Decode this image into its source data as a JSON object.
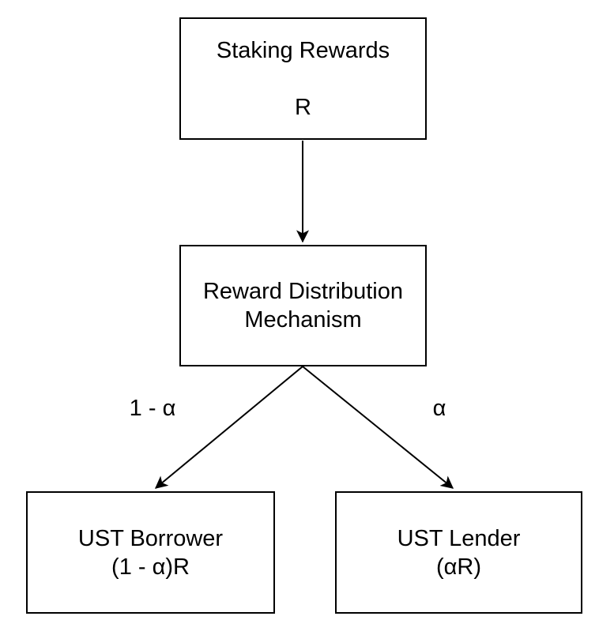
{
  "diagram": {
    "background_color": "#ffffff",
    "line_color": "#000000",
    "text_color": "#000000",
    "nodes": {
      "staking_rewards": {
        "line1": "Staking Rewards",
        "line2": "R"
      },
      "reward_distribution": {
        "line1": "Reward Distribution",
        "line2": "Mechanism"
      },
      "ust_borrower": {
        "line1": "UST Borrower",
        "line2": "(1 - α)R"
      },
      "ust_lender": {
        "line1": "UST Lender",
        "line2": "(αR)"
      }
    },
    "edges": {
      "left_label": "1 - α",
      "right_label": "α"
    }
  }
}
